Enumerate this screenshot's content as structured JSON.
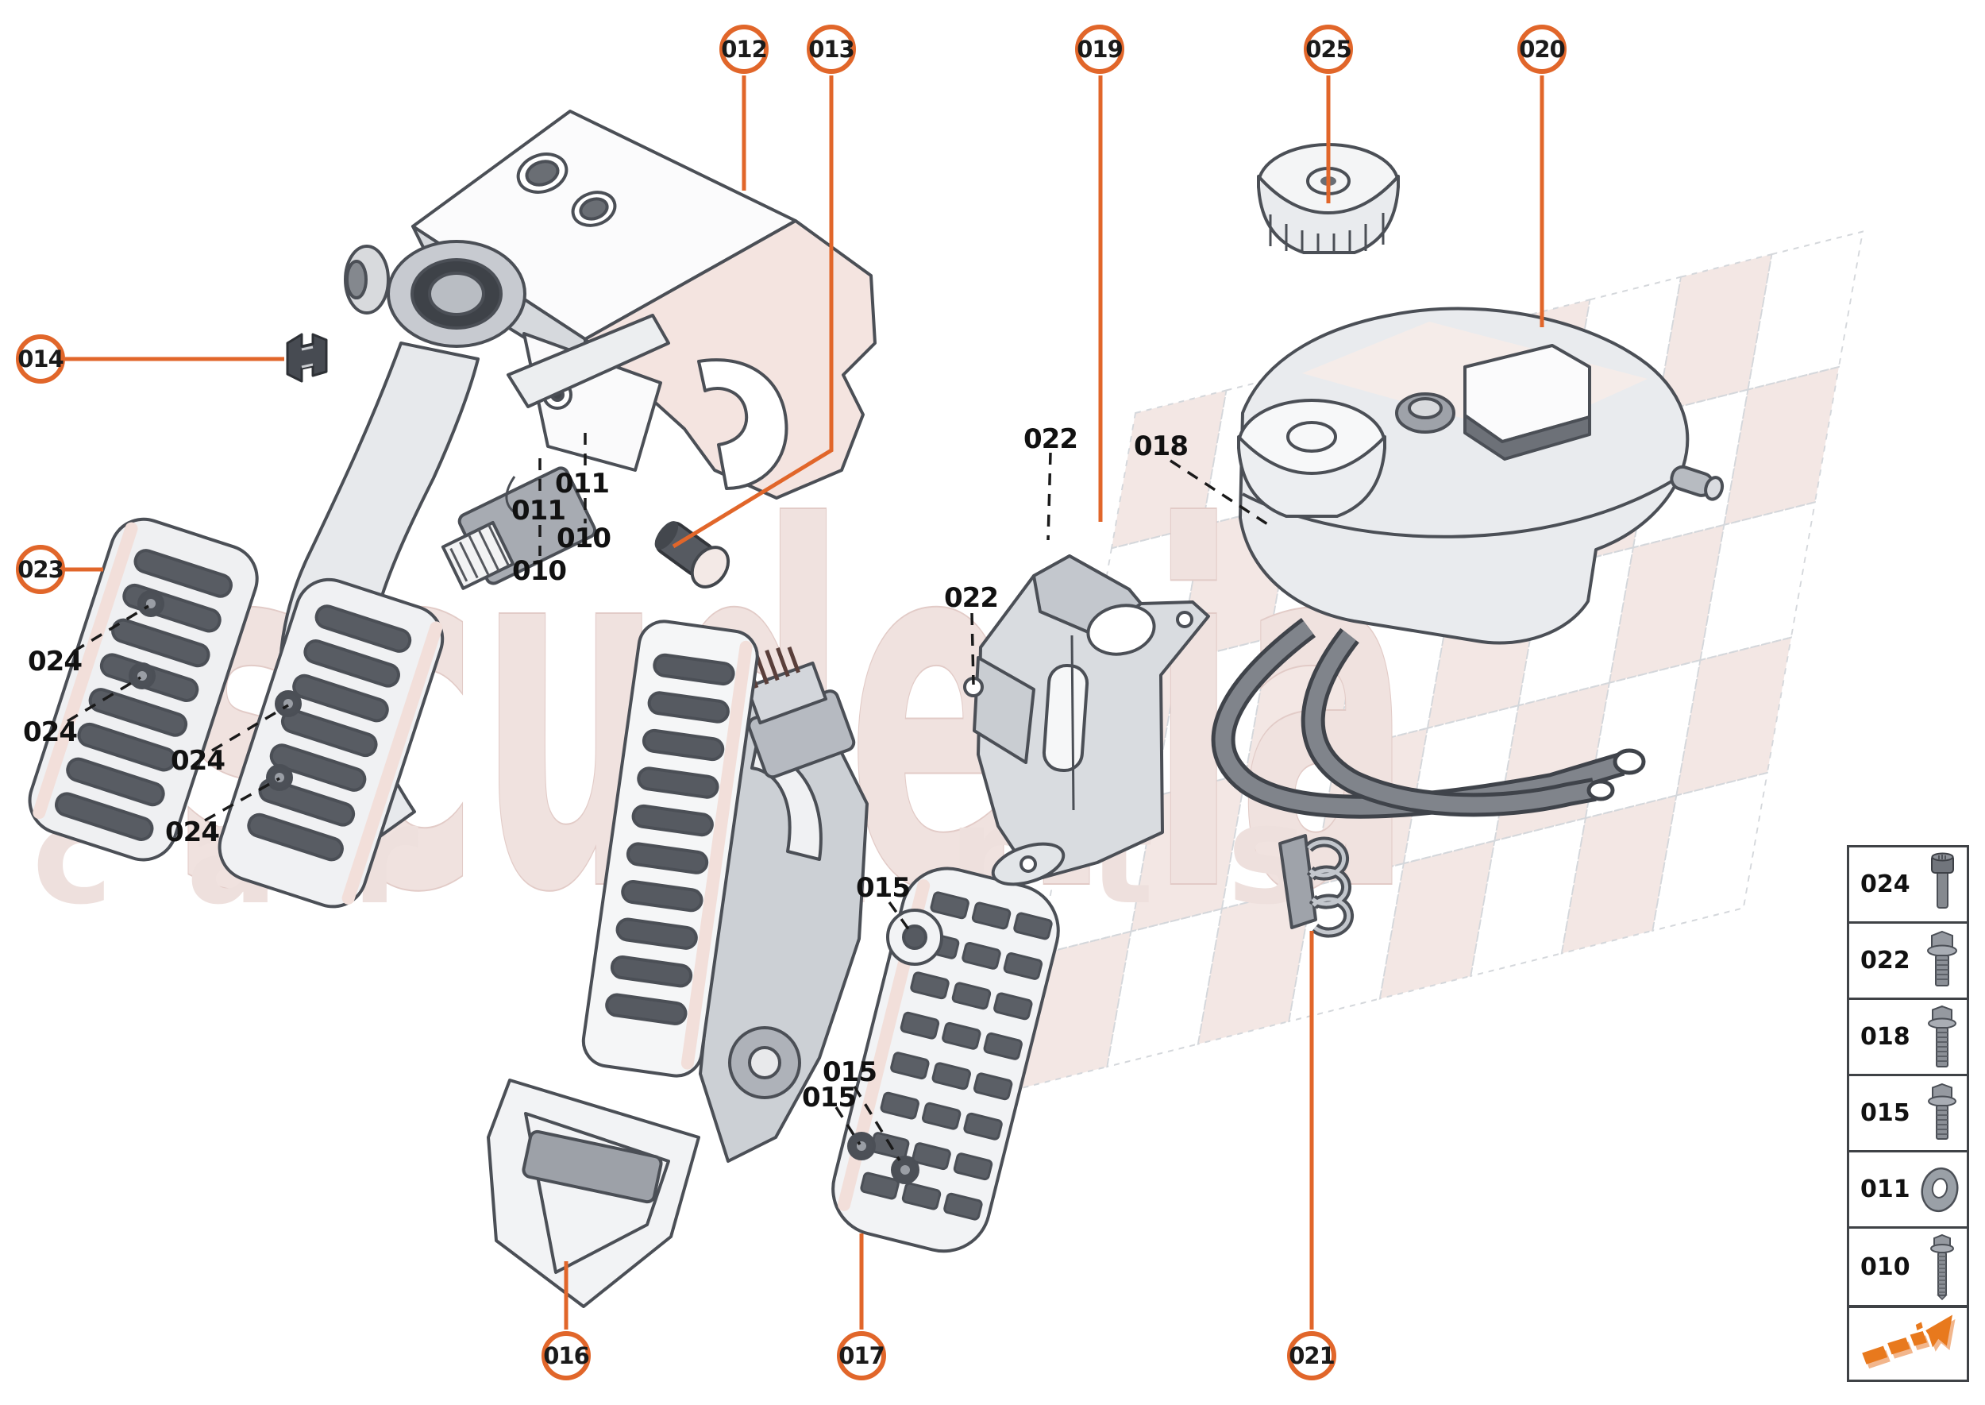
{
  "brand": {
    "watermark_word": "scuderia",
    "watermark_subword": "car parts"
  },
  "colors": {
    "accent_orange": "#e1662a",
    "arrow_orange": "#e8791d",
    "arrow_outline": "#f2b68c",
    "watermark_fill": "#f0e2df",
    "watermark_stroke": "#e2cbc7",
    "checker_pink": "#f3e7e4",
    "part_outline": "#4b4f56",
    "part_fill": "#eceef0",
    "part_highlight_pink": "#f4e4e0",
    "label_text": "#111111",
    "legend_border": "#3f4246"
  },
  "callouts": [
    {
      "label": "012"
    },
    {
      "label": "013"
    },
    {
      "label": "019"
    },
    {
      "label": "025"
    },
    {
      "label": "020"
    },
    {
      "label": "014"
    },
    {
      "label": "023"
    },
    {
      "label": "016"
    },
    {
      "label": "017"
    },
    {
      "label": "021"
    }
  ],
  "part_labels": [
    {
      "text": "011"
    },
    {
      "text": "011"
    },
    {
      "text": "010"
    },
    {
      "text": "010"
    },
    {
      "text": "022"
    },
    {
      "text": "022"
    },
    {
      "text": "018"
    },
    {
      "text": "015"
    },
    {
      "text": "015"
    },
    {
      "text": "015"
    },
    {
      "text": "024"
    },
    {
      "text": "024"
    },
    {
      "text": "024"
    },
    {
      "text": "024"
    }
  ],
  "legend": {
    "rows": [
      {
        "label": "024",
        "icon": "socket-head-bolt"
      },
      {
        "label": "022",
        "icon": "flange-bolt"
      },
      {
        "label": "018",
        "icon": "flange-bolt-long"
      },
      {
        "label": "015",
        "icon": "flange-bolt"
      },
      {
        "label": "011",
        "icon": "washer"
      },
      {
        "label": "010",
        "icon": "hex-bolt-long"
      }
    ]
  }
}
